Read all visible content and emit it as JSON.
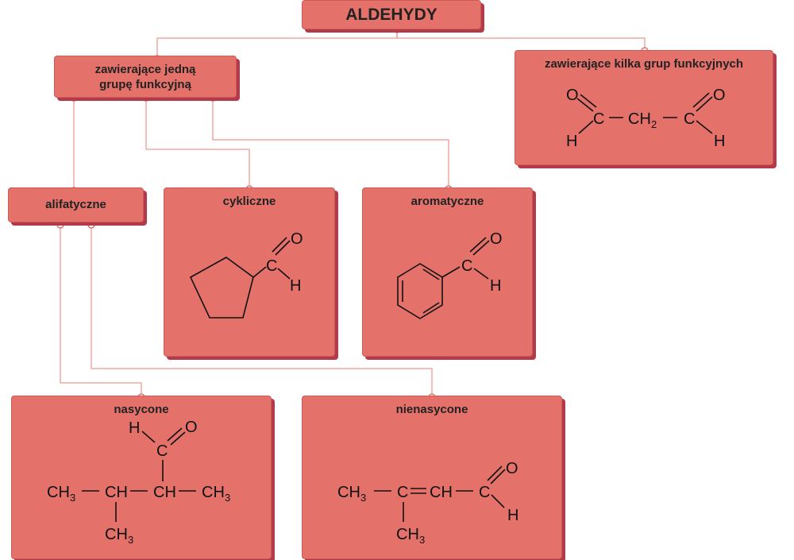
{
  "root": {
    "label": "ALDEHYDY"
  },
  "categories": {
    "single_group": {
      "label_line1": "zawierające jedną",
      "label_line2": "grupę funkcyjną"
    },
    "multiple_groups": {
      "label": "zawierające kilka grup funkcyjnych"
    }
  },
  "subcategories": {
    "aliphatic": {
      "label": "alifatyczne"
    },
    "cyclic": {
      "label": "cykliczne"
    },
    "aromatic": {
      "label": "aromatyczne"
    },
    "saturated": {
      "label": "nasycone"
    },
    "unsaturated": {
      "label": "nienasycone"
    }
  },
  "atoms": {
    "C": "C",
    "H": "H",
    "O": "O",
    "CH": "CH",
    "CH2": "CH",
    "CH3": "CH",
    "sub2": "2",
    "sub3": "3"
  },
  "colors": {
    "box_fill": "#e5726a",
    "box_shadow": "#b23a4b",
    "connector": "#f0a8a3",
    "text": "#222222"
  }
}
